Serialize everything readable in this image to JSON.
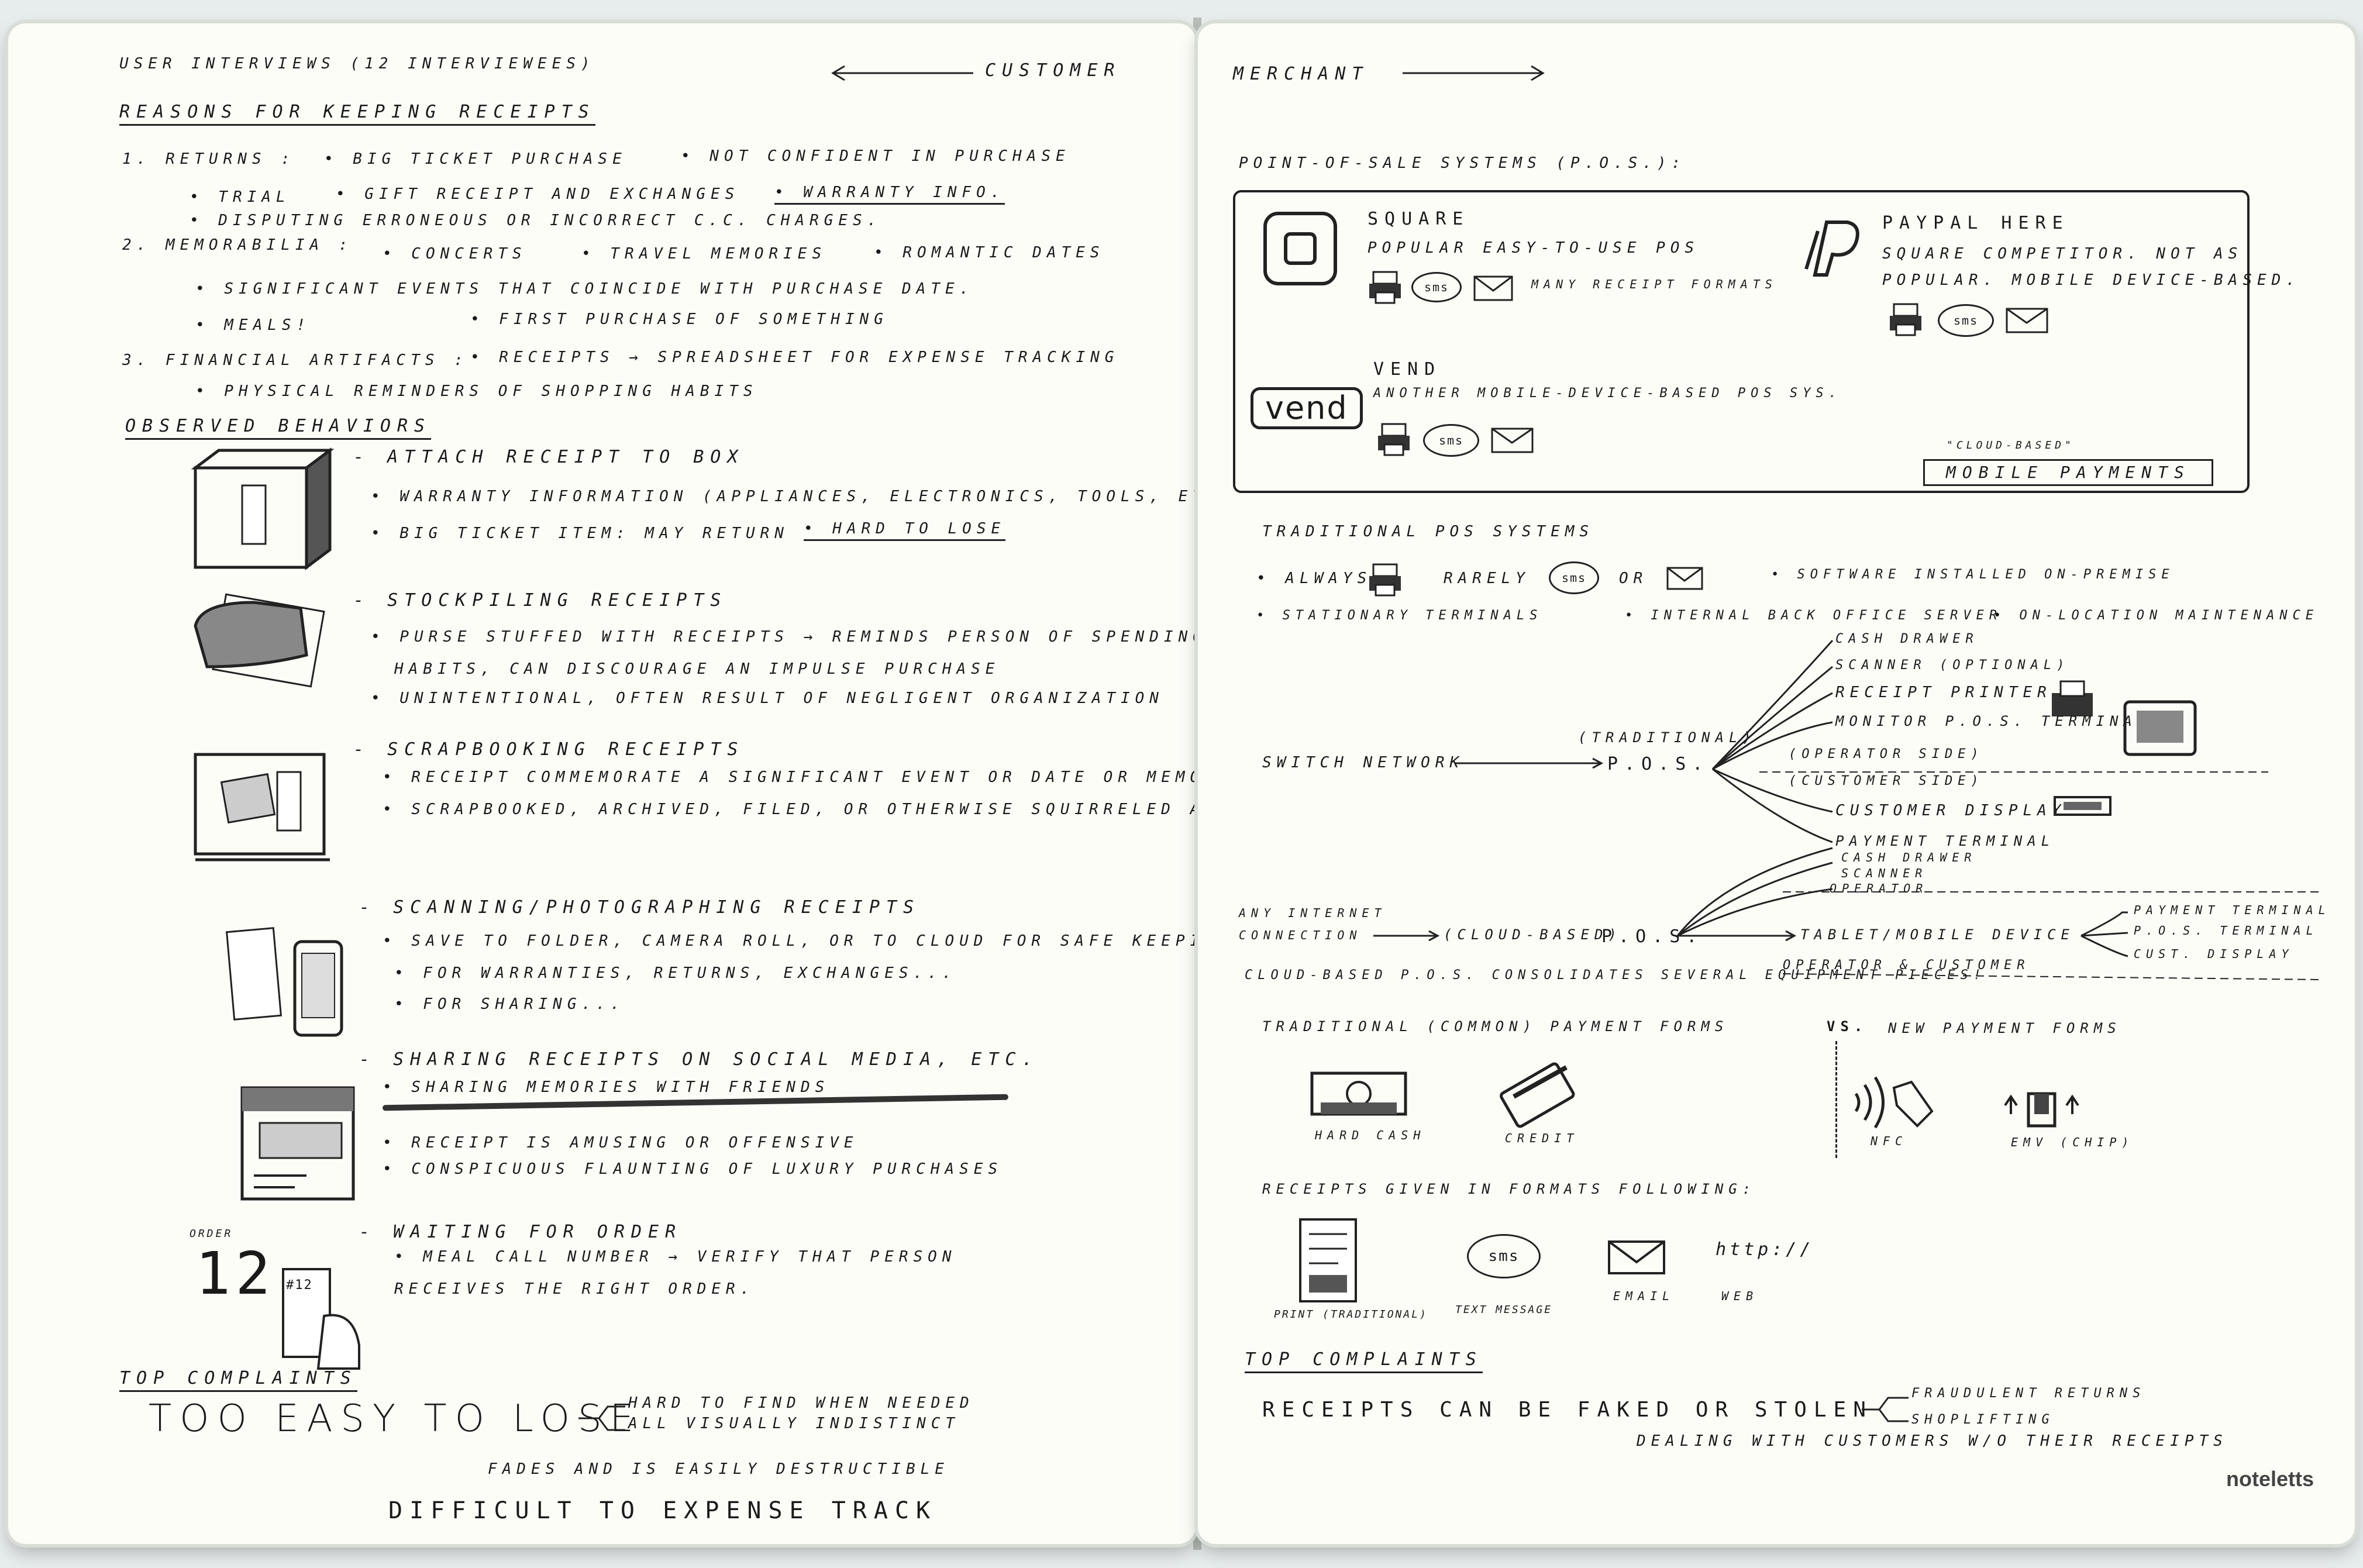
{
  "left": {
    "header": {
      "title": "User Interviews (12 interviewees)",
      "customer": "Customer"
    },
    "reasons": {
      "title": "Reasons for keeping receipts",
      "r1": "1. Returns :",
      "r1a": "• Big ticket purchase",
      "r1b": "• not confident in purchase",
      "r1c": "• trial",
      "r1d": "• gift receipt and exchanges",
      "r1e": "• warranty info.",
      "r1f": "• Disputing erroneous or incorrect C.C. charges.",
      "r2": "2. memorabilia :",
      "r2a": "• concerts",
      "r2b": "• travel memories",
      "r2c": "• romantic dates",
      "r2d": "• significant events that coincide with purchase date.",
      "r2e": "• meals!",
      "r2f": "• first purchase of something",
      "r3": "3. Financial Artifacts :",
      "r3a": "• receipts → spreadsheet for expense tracking",
      "r3b": "• physical reminders of shopping habits"
    },
    "observed": {
      "title": "Observed Behaviors",
      "b1": "- Attach receipt to box",
      "b1a": "• warranty information (appliances, electronics, tools, etc.)",
      "b1b": "• Big ticket item: may return",
      "b1c": "• hard to lose",
      "b2": "- Stockpiling receipts",
      "b2a": "• purse stuffed with receipts → reminds person of spending",
      "b2b": "habits, can discourage an impulse purchase",
      "b2c": "• unintentional, often result of negligent organization",
      "b3": "- scrapbooking receipts",
      "b3a": "• receipt commemorate a significant event or date or memory",
      "b3b": "• scrapbooked, archived, filed, or otherwise squirreled away",
      "b4": "- Scanning/Photographing receipts",
      "b4a": "• save to folder, camera roll, or to cloud for safe keeping.",
      "b4b": "• for warranties, returns, exchanges...",
      "b4c": "• for sharing...",
      "b5": "- Sharing receipts on social media, etc.",
      "b5a": "• sharing memories with friends",
      "b5b": "• receipt is amusing or offensive",
      "b5c": "• conspicuous flaunting of luxury purchases",
      "b6": "- Waiting for order",
      "b6a": "• meal call number → verify that person",
      "b6b": "receives the right order.",
      "order_label": "Order",
      "order_num": "12",
      "ticket": "#12"
    },
    "complaints": {
      "title": "Top Complaints",
      "main": "Too easy to lose",
      "c1": "hard to find when needed",
      "c2": "all visually indistinct",
      "c3": "fades and is easily destructible",
      "c4": "difficult to expense track"
    }
  },
  "right": {
    "header": {
      "merchant": "Merchant"
    },
    "pos": {
      "title": "Point-of-sale systems (P.O.S.):",
      "square_name": "Square",
      "square_desc": "popular easy-to-use pos",
      "square_formats": "many receipt formats",
      "paypal_name": "PayPal Here",
      "paypal_desc1": "square competitor. not as",
      "paypal_desc2": "popular. mobile device-based.",
      "vend_name": "Vend",
      "vend_logo": "vend",
      "vend_desc": "another mobile-device-based pos sys.",
      "cloud_label": "\"cloud-based\"",
      "cloud_title": "Mobile Payments",
      "sms": "sms"
    },
    "traditional": {
      "title": "Traditional pos systems",
      "always": "• always",
      "rarely": "rarely",
      "or": "or",
      "software": "• software installed on-premise",
      "stationary": "• stationary terminals",
      "server": "• internal back office server",
      "maintenance": "• on-location maintenance",
      "cash_drawer": "Cash drawer",
      "scanner_opt": "scanner (optional)",
      "receipt_printer": "receipt printer",
      "monitor": "monitor p.o.s. terminal",
      "switch": "switch network",
      "trad_label": "(traditional)",
      "pos": "P.O.S.",
      "operator_side": "(operator side)",
      "customer_side": "(customer side)",
      "customer_display": "customer display",
      "payment_terminal": "payment terminal",
      "cash_drawer2": "cash drawer",
      "scanner2": "scanner",
      "operator": "operator"
    },
    "cloud": {
      "any_internet": "any internet",
      "connection": "connection",
      "cloud_based": "(cloud-based)",
      "pos": "P.O.S.",
      "tablet": "tablet/mobile device",
      "payment_terminal": "payment terminal",
      "pos_terminal": "p.o.s. terminal",
      "cust_display": "cust. display",
      "operator_customer": "operator & customer",
      "consolidates": "cloud-based p.o.s. consolidates several equipment pieces!"
    },
    "payments": {
      "traditional": "Traditional (common) payment forms",
      "vs": "vs.",
      "new": "new payment forms",
      "hard_cash": "hard cash",
      "credit": "credit",
      "nfc": "NFC",
      "emv": "EMV (chip)"
    },
    "receipts": {
      "title": "Receipts given in formats following:",
      "print": "print (traditional)",
      "text": "text message",
      "email": "email",
      "web": "web",
      "http": "http://"
    },
    "complaints": {
      "title": "Top Complaints",
      "main": "Receipts can be faked or stolen",
      "c1": "fraudulent returns",
      "c2": "shoplifting",
      "c3": "dealing with customers w/o their receipts"
    },
    "brand": "noteletts"
  }
}
